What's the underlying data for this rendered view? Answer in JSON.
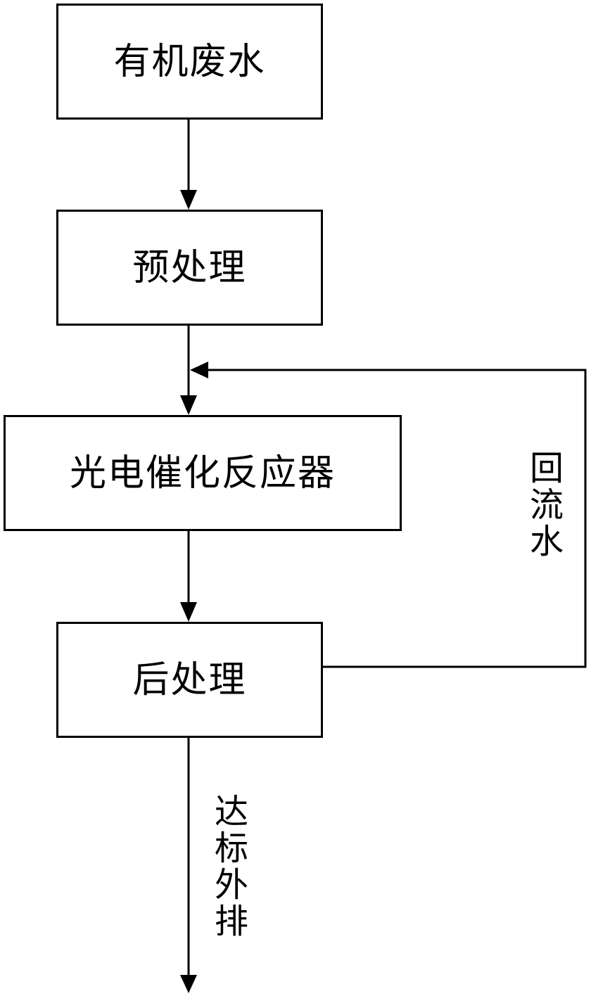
{
  "nodes": {
    "wastewater": "有机废水",
    "pretreatment": "预处理",
    "reactor": "光电催化反应器",
    "posttreatment": "后处理"
  },
  "edges": {
    "reflux": "回流水",
    "discharge": "达标外排"
  }
}
